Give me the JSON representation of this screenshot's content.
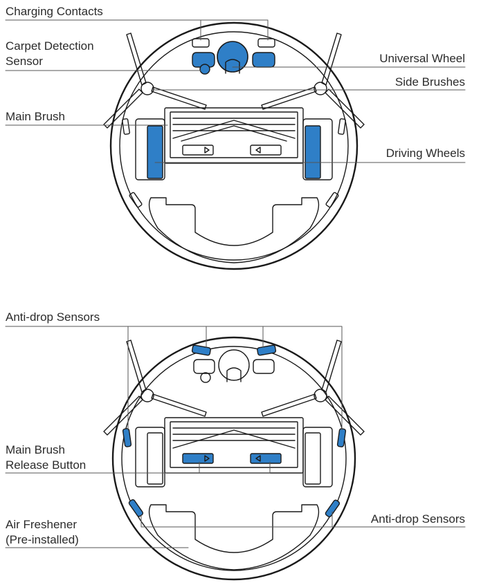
{
  "colors": {
    "accent": "#2f7fc7",
    "outline": "#1a1a1a",
    "leader": "#555555",
    "background": "#ffffff"
  },
  "top_view": {
    "labels": {
      "charging_contacts": "Charging Contacts",
      "carpet_sensor_line1": "Carpet Detection",
      "carpet_sensor_line2": "Sensor",
      "universal_wheel": "Universal Wheel",
      "side_brushes": "Side Brushes",
      "main_brush": "Main Brush",
      "driving_wheels": "Driving Wheels"
    },
    "highlighted_parts": [
      "charging-contacts",
      "carpet-detection-sensor",
      "universal-wheel",
      "driving-wheels"
    ]
  },
  "bottom_view": {
    "labels": {
      "anti_drop_top": "Anti-drop Sensors",
      "release_line1": "Main Brush",
      "release_line2": "Release Button",
      "air_freshener_line1": "Air Freshener",
      "air_freshener_line2": "(Pre-installed)",
      "anti_drop_right": "Anti-drop Sensors"
    },
    "highlighted_parts": [
      "anti-drop-sensors",
      "main-brush-release-buttons"
    ]
  }
}
